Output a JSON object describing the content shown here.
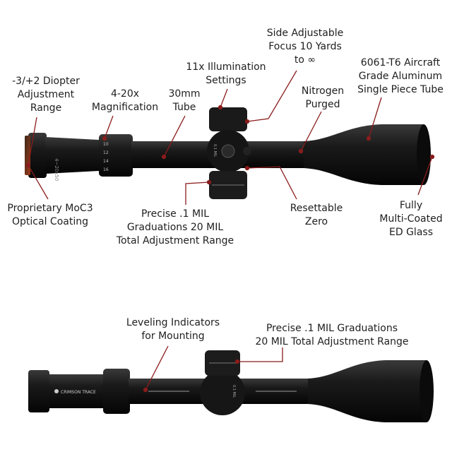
{
  "labels": {
    "diopter": "-3/+2 Diopter\nAdjustment\nRange",
    "magnification": "4-20x\nMagnification",
    "tube_size": "30mm\nTube",
    "illumination": "11x Illumination\nSettings",
    "side_focus": "Side Adjustable\nFocus 10 Yards\nto ∞",
    "nitrogen": "Nitrogen\nPurged",
    "aluminum": "6061-T6 Aircraft\nGrade Aluminum\nSingle Piece Tube",
    "coating": "Proprietary MoC3\nOptical Coating",
    "graduations_top": "Precise .1 MIL\nGraduations 20 MIL\nTotal Adjustment Range",
    "zero": "Resettable\nZero",
    "glass": "Fully\nMulti-Coated\nED Glass",
    "leveling": "Leveling Indicators\nfor Mounting",
    "graduations_bottom": "Precise .1 MIL Graduations\n20 MIL Total Adjustment Range"
  },
  "scope_markings": {
    "mag_ring": "4~20x50",
    "turret_top": "0.1 MIL",
    "turret_side": "0.1 MIL",
    "brand": "CRIMSON TRACE",
    "ring_numbers": [
      "10",
      "12",
      "14",
      "16"
    ]
  },
  "colors": {
    "leader": "#8a1c1c",
    "scope": "#111111",
    "label_text": "#1e1e1e"
  }
}
